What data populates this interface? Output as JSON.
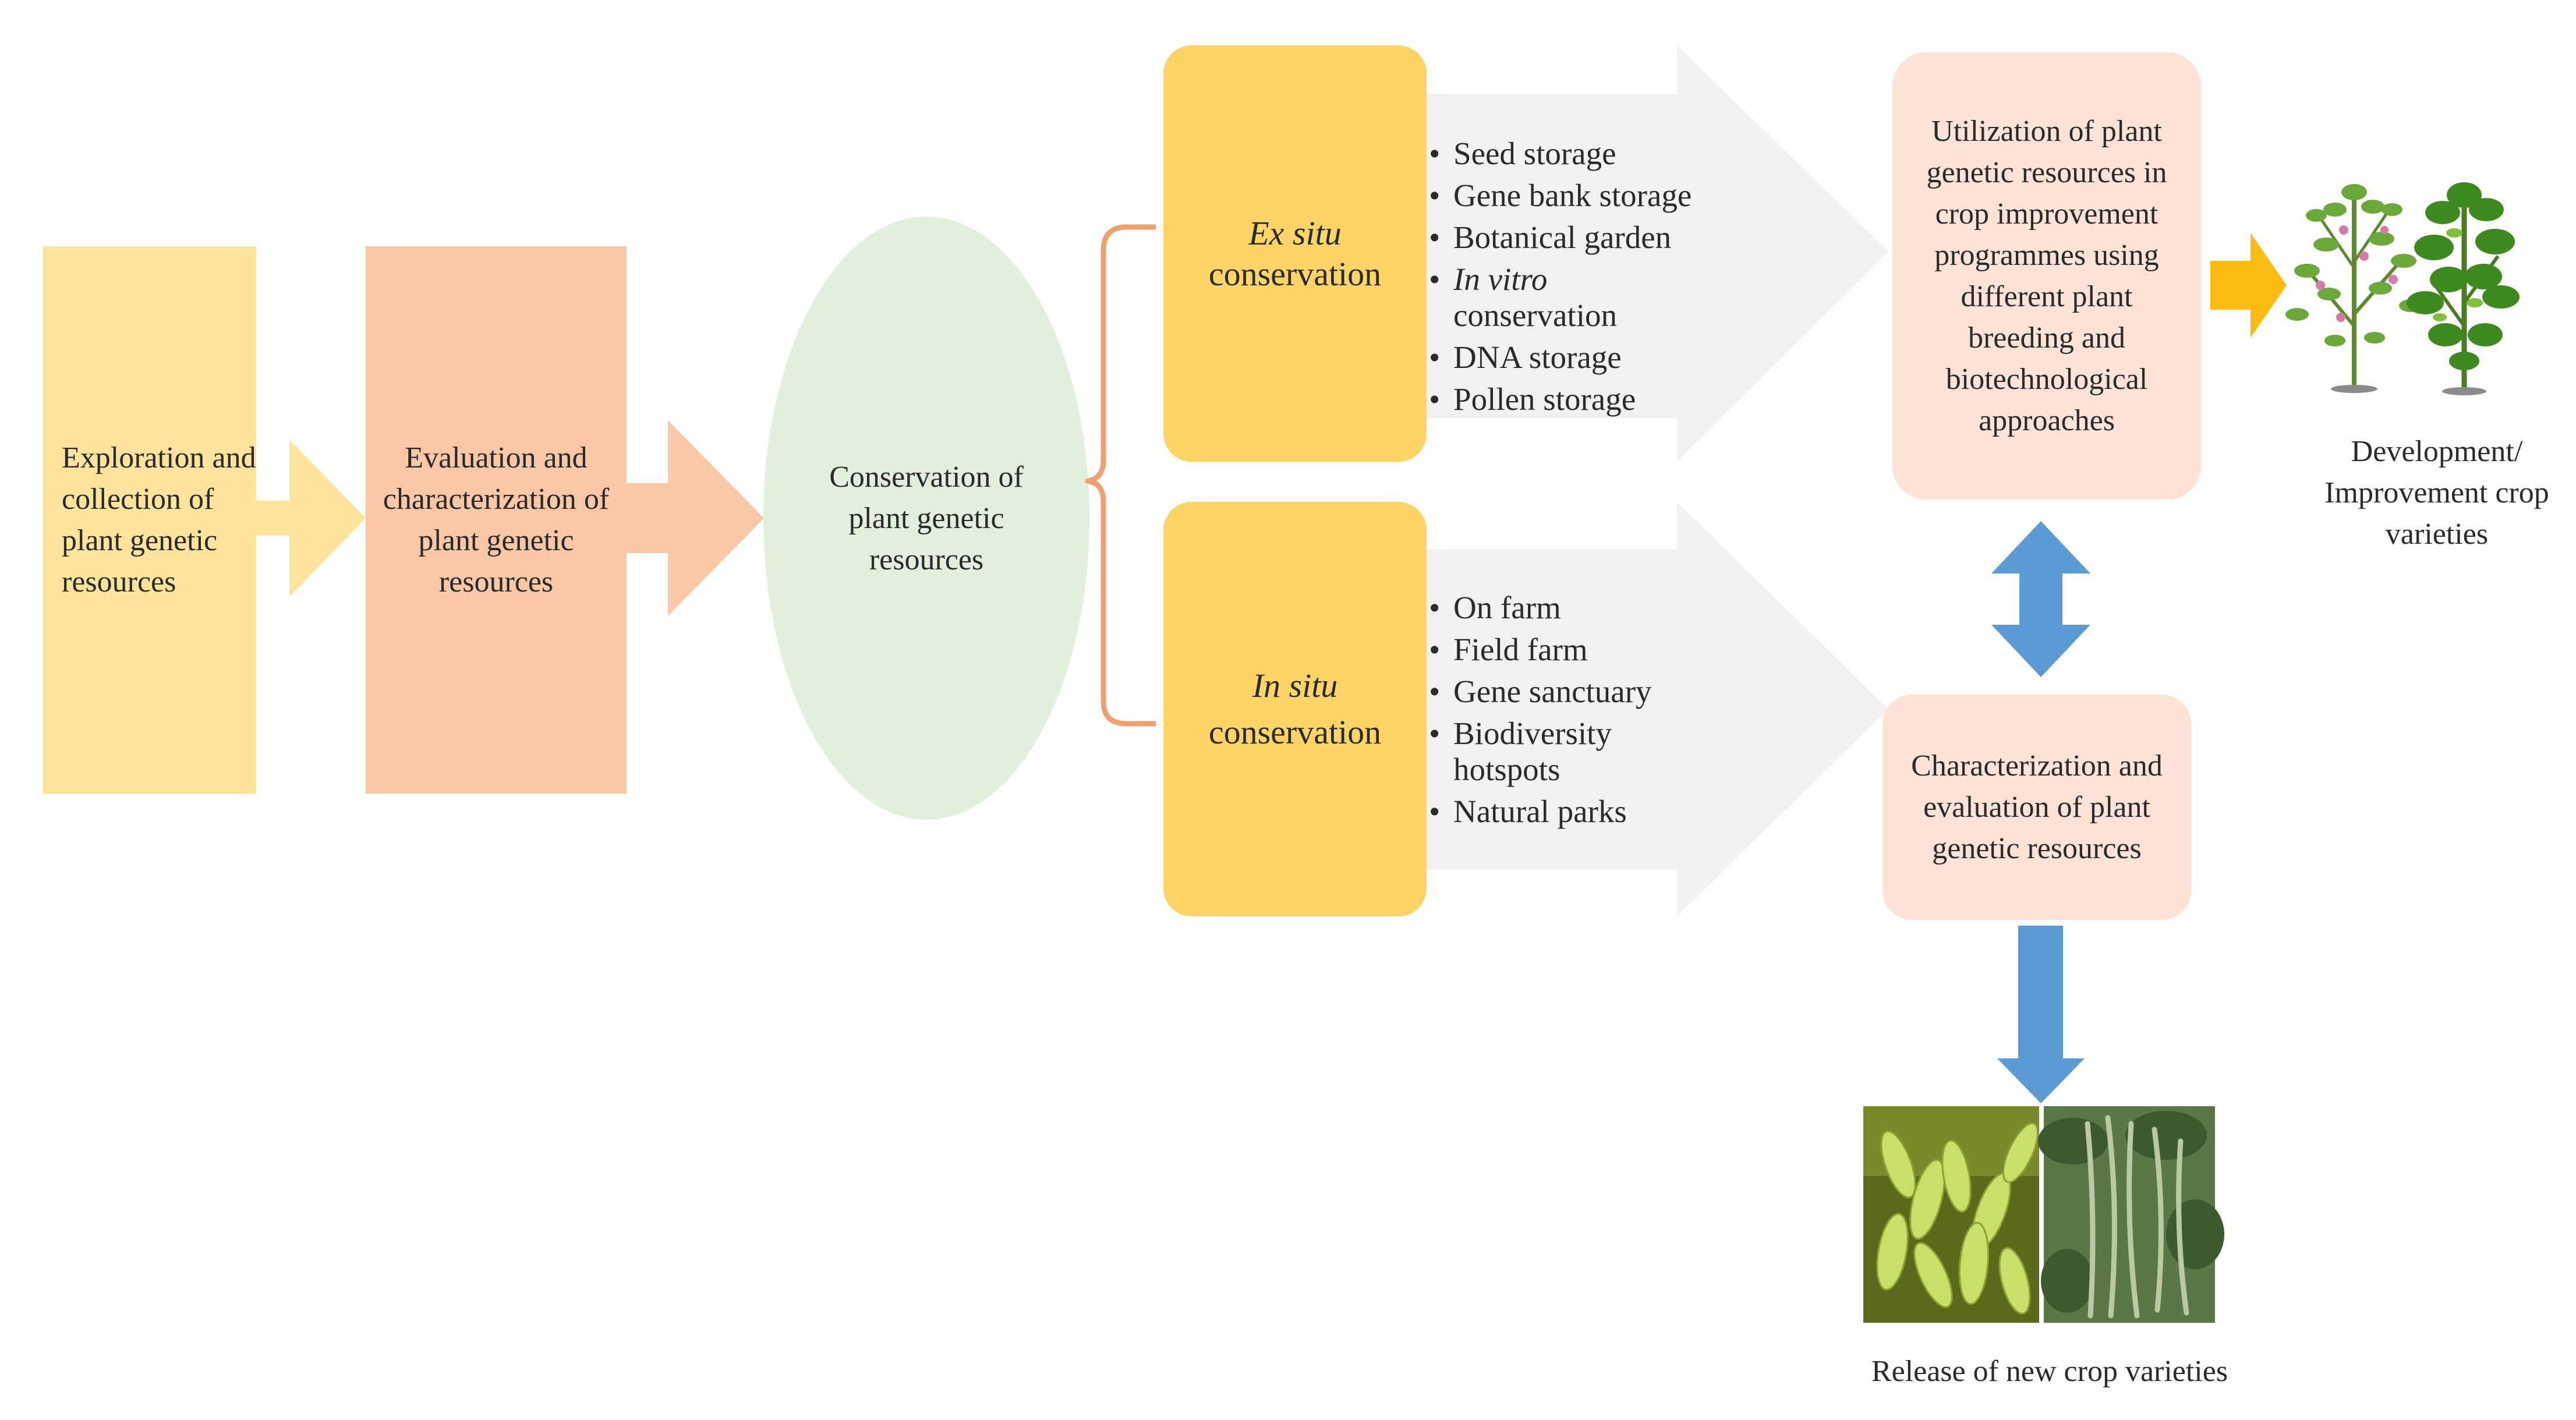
{
  "nodes": {
    "exploration": "Exploration and collection of plant genetic resources",
    "evaluation": "Evaluation and characterization of plant genetic resources",
    "conservation": "Conservation of plant genetic resources",
    "ex_situ": {
      "italic": "Ex situ",
      "rest": "conservation"
    },
    "in_situ": {
      "italic": "In situ",
      "rest": "conservation"
    },
    "utilization": "Utilization of plant genetic resources in crop improvement programmes using different plant breeding and biotechnological approaches",
    "characterization": "Characterization and evaluation of plant genetic resources"
  },
  "ex_situ_methods": [
    {
      "label": "Seed storage"
    },
    {
      "label": "Gene bank  storage"
    },
    {
      "label": "Botanical  garden"
    },
    {
      "label": "In vitro",
      "italic": true,
      "continuation": "conservation"
    },
    {
      "label": "DNA  storage"
    },
    {
      "label": "Pollen storage"
    }
  ],
  "in_situ_methods": [
    {
      "label": "On  farm"
    },
    {
      "label": "Field farm"
    },
    {
      "label": "Gene sanctuary"
    },
    {
      "label": "Biodiversity",
      "continuation": "hotspots"
    },
    {
      "label": "Natural parks"
    }
  ],
  "captions": {
    "development": "Development/ Improvement crop varieties",
    "release": "Release of  new crop varieties"
  },
  "colors": {
    "exploration_fill": "#fde49a",
    "exploration_arrow": "#fde49a",
    "evaluation_fill": "#f8c8a6",
    "evaluation_arrow": "#f8c8a6",
    "conservation_fill": "#e1efdb",
    "conservation_type_fill": "#fdd466",
    "brace": "#f0a070",
    "method_arrow": "#f1f1f1",
    "utilization_fill": "#fce3d6",
    "output_arrow": "#fcbd12",
    "blue_arrow": "#5b9bd5"
  },
  "icons": [
    "chickpea-plant-icon",
    "soybean-plant-icon",
    "soybean-pods-photo",
    "cowpea-pods-photo"
  ]
}
